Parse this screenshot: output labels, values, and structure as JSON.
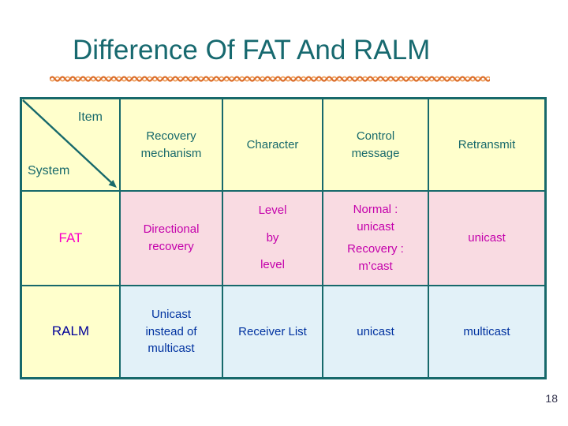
{
  "title": "Difference Of FAT And RALM",
  "page_number": "18",
  "colors": {
    "title_teal": "#17696F",
    "table_border_teal": "#17696B",
    "header_bg_yellow": "#FFFFCC",
    "fat_row_bg_pink": "#F9DBE2",
    "ralm_row_bg_blue": "#E2F1F8",
    "fat_text_magenta": "#C400AB",
    "fat_label_magenta": "#FB00C8",
    "ralm_text_navy": "#0032A0",
    "ralm_label_navy": "#000099",
    "wave_orange": "#DB6E2B",
    "wave_orange_light": "#EE9C57"
  },
  "table": {
    "corner": {
      "item_label": "Item",
      "system_label": "System"
    },
    "headers": {
      "recovery": "Recovery\nmechanism",
      "character": "Character",
      "control": "Control\nmessage",
      "retransmit": "Retransmit"
    },
    "fat": {
      "label": "FAT",
      "recovery": "Directional\nrecovery",
      "character": "Level\nby\nlevel",
      "control_normal": "Normal :\nunicast",
      "control_recovery": "Recovery :\nm’cast",
      "retransmit": "unicast"
    },
    "ralm": {
      "label": "RALM",
      "recovery": "Unicast\ninstead of\nmulticast",
      "character": "Receiver List",
      "control": "unicast",
      "retransmit": "multicast"
    }
  }
}
